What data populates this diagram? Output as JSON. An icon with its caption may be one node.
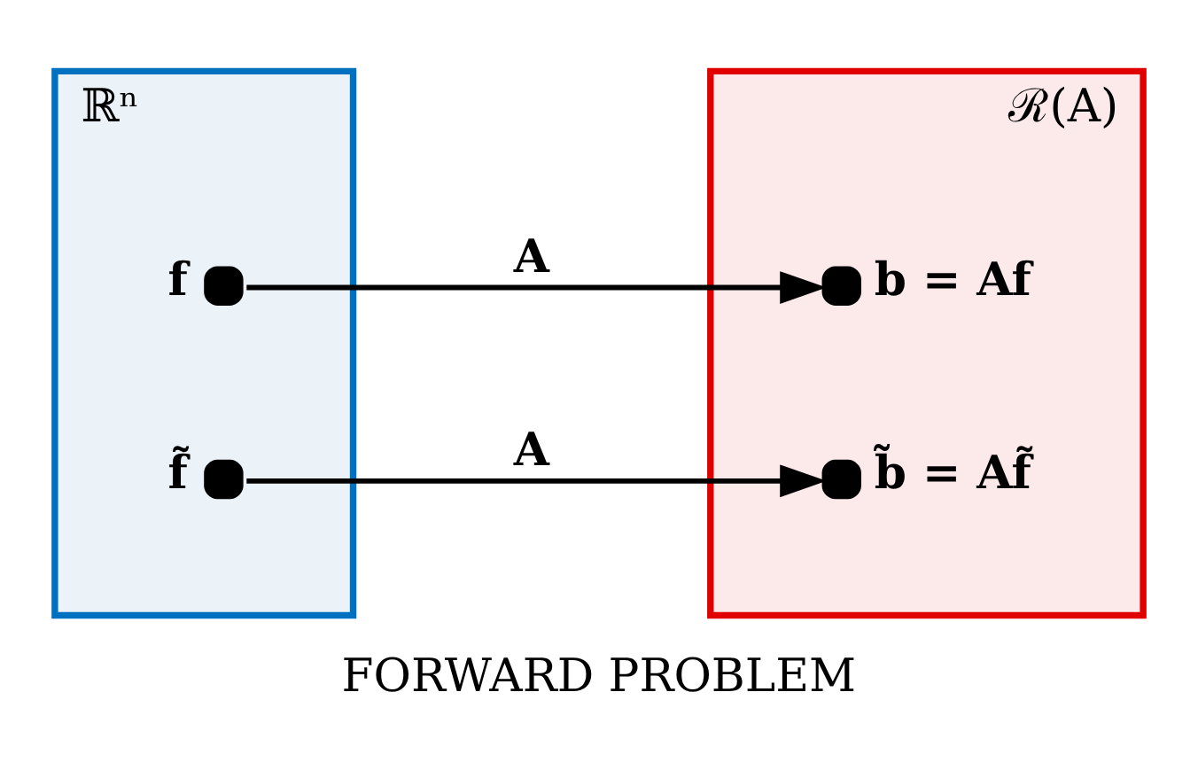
{
  "diagram": {
    "caption": "FORWARD PROBLEM",
    "nodes": [
      {
        "text": [
          "ℝⁿ"
        ]
      },
      {
        "text": [
          "f"
        ],
        "in": 0
      },
      {
        "text": [
          "f̃"
        ],
        "in": 0
      },
      {
        "text": [
          "ℛ(A)"
        ]
      },
      {
        "text": [
          "b = Af"
        ],
        "in": 3
      },
      {
        "text": [
          "b̃ = Af̃"
        ],
        "in": 3
      }
    ],
    "edges": [
      {
        "from": 1,
        "to": 4,
        "arrow": "to",
        "label": "A"
      },
      {
        "from": 2,
        "to": 5,
        "arrow": "to",
        "label": "A"
      }
    ]
  }
}
